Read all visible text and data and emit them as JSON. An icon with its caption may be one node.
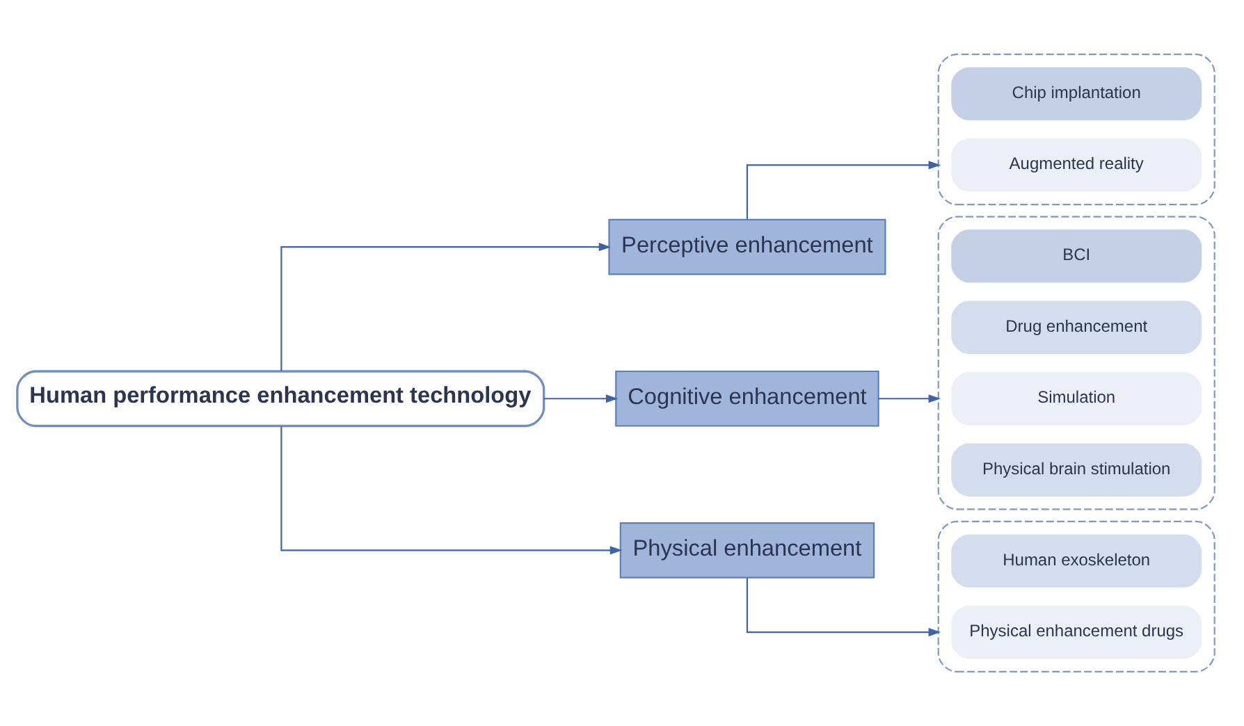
{
  "diagram": {
    "nodes": [
      {
        "text": [
          "Human performance enhancement technology"
        ]
      },
      {
        "text": [
          "Perceptive enhancement"
        ]
      },
      {
        "text": [],
        "shape": "box"
      },
      {
        "text": [
          "Chip implantation"
        ],
        "in": 2
      },
      {
        "text": [
          "Augmented reality"
        ],
        "in": 2
      },
      {
        "text": [
          "Cognitive enhancement"
        ]
      },
      {
        "text": [],
        "shape": "box"
      },
      {
        "text": [
          "BCI"
        ],
        "in": 6
      },
      {
        "text": [
          "Drug enhancement"
        ],
        "in": 6
      },
      {
        "text": [
          "Simulation"
        ],
        "in": 6
      },
      {
        "text": [
          "Physical brain stimulation"
        ],
        "in": 6
      },
      {
        "text": [
          "Physical enhancement"
        ]
      },
      {
        "text": [],
        "shape": "box"
      },
      {
        "text": [
          "Human exoskeleton"
        ],
        "in": 12
      },
      {
        "text": [
          "Physical enhancement drugs"
        ],
        "in": 12
      }
    ],
    "edges": [
      {
        "from": 0,
        "to": 1,
        "arrow": "to"
      },
      {
        "from": 0,
        "to": 5,
        "arrow": "to"
      },
      {
        "from": 0,
        "to": 11,
        "arrow": "to"
      },
      {
        "from": 1,
        "to": 2,
        "arrow": "to"
      },
      {
        "from": 5,
        "to": 6,
        "arrow": "to"
      },
      {
        "from": 11,
        "to": 12,
        "arrow": "to"
      }
    ]
  }
}
